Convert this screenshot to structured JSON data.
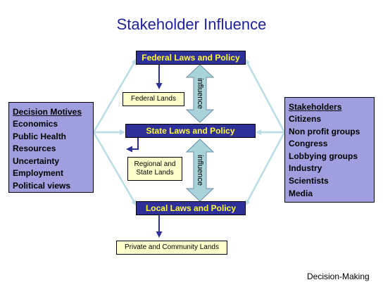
{
  "title": "Stakeholder Influence",
  "laws": {
    "federal": "Federal Laws and Policy",
    "state": "State Laws and Policy",
    "local": "Local Laws and Policy"
  },
  "lands": {
    "federal": "Federal Lands",
    "regional": "Regional and State Lands",
    "private": "Private and Community Lands"
  },
  "influence_labels": [
    "influence",
    "influence"
  ],
  "decision_motives": {
    "header": "Decision Motives",
    "items": [
      "Economics",
      "Public Health",
      "Resources",
      "Uncertainty",
      "Employment",
      "Political views"
    ]
  },
  "stakeholders": {
    "header": "Stakeholders",
    "items": [
      "Citizens",
      "Non profit groups",
      "Congress",
      "Lobbying groups",
      "Industry",
      "Scientists",
      "Media"
    ]
  },
  "footer": "Decision-Making",
  "colors": {
    "title": "#1f1f9a",
    "law_box": "#2f2f9a",
    "law_text": "#ffff33",
    "land_box": "#ffffcc",
    "side_box": "#9f9fdf",
    "influence_arrow": "#a8d3d8",
    "connector": "#b8dde3",
    "down_arrow": "#2f2f9a"
  }
}
